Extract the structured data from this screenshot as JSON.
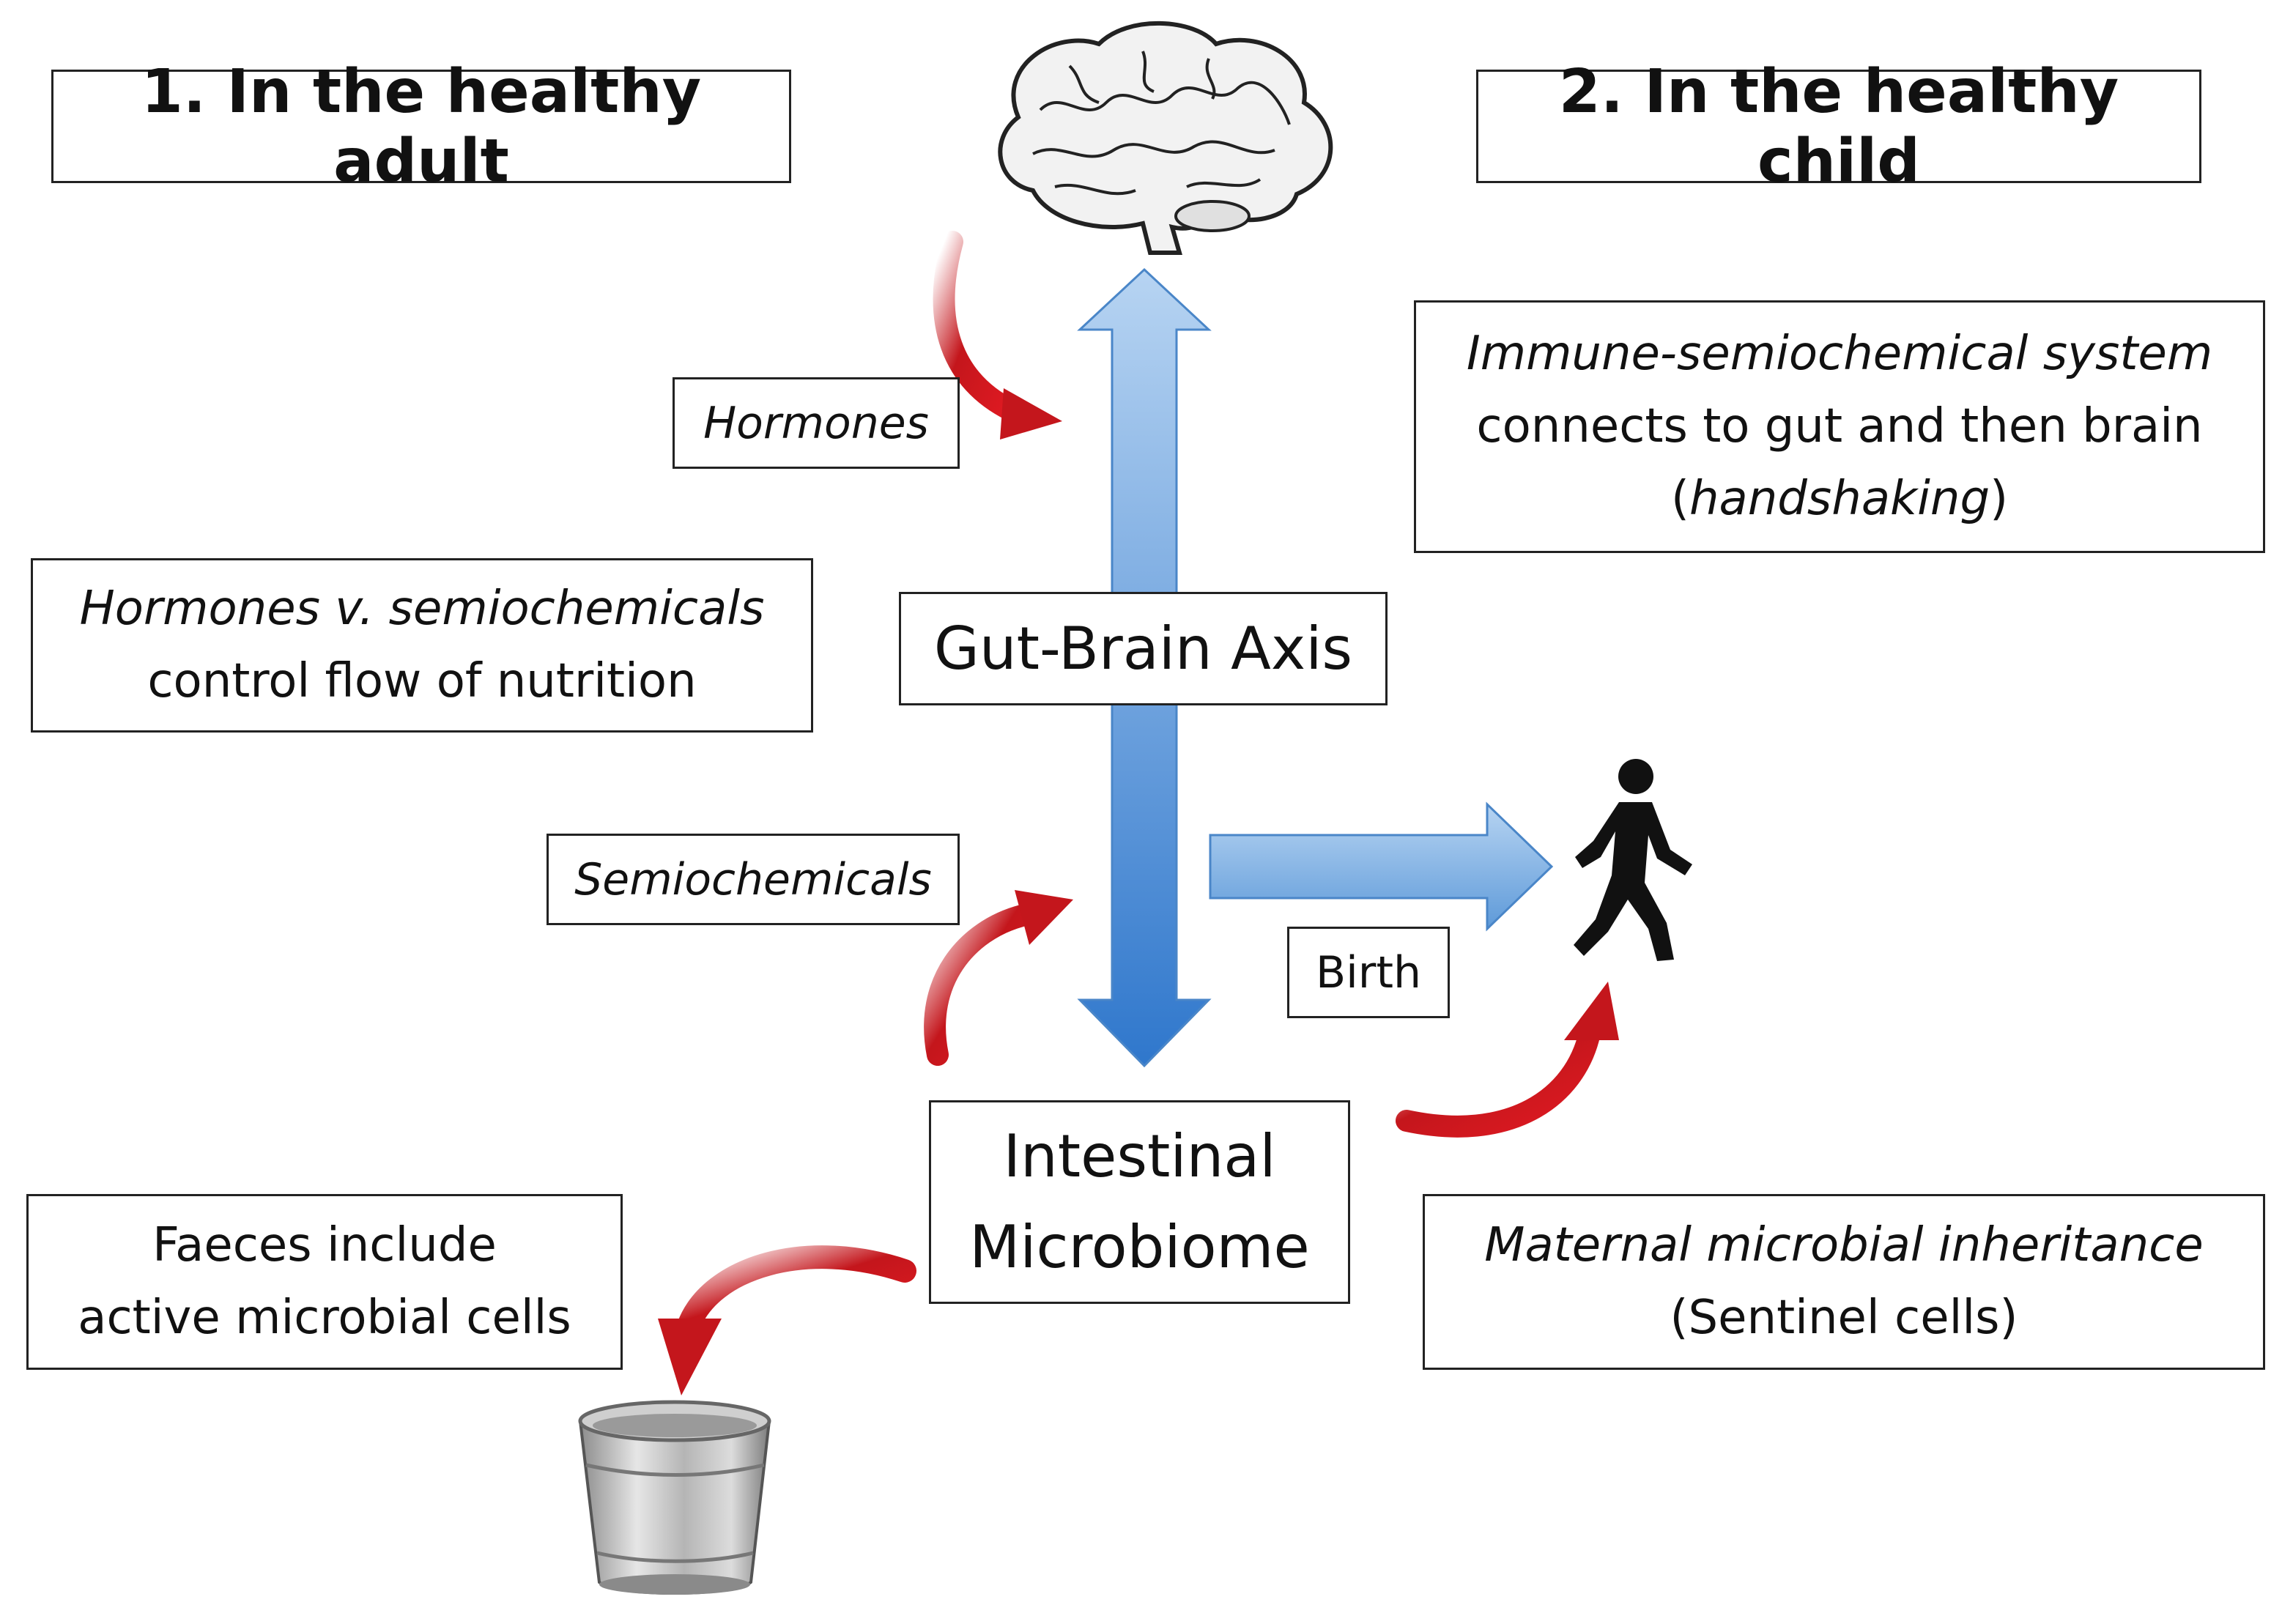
{
  "titles": {
    "adult": "1. In the healthy adult",
    "child": "2. In the healthy child"
  },
  "labels": {
    "hormones": "Hormones",
    "semiochemicals": "Semiochemicals",
    "birth": "Birth",
    "gut_brain_axis": "Gut-Brain Axis",
    "microbiome_line1": "Intestinal",
    "microbiome_line2": "Microbiome"
  },
  "notes": {
    "hormones_vs_semio_italic": "Hormones v. semiochemicals",
    "hormones_vs_semio_plain": "control flow of nutrition",
    "faeces_line1": "Faeces include",
    "faeces_line2": "active microbial cells",
    "immune_italic": "Immune-semiochemical system",
    "immune_line2": "connects to gut and then brain",
    "immune_open": "(",
    "immune_handshaking": "handshaking",
    "immune_close": ")",
    "maternal_italic": "Maternal microbial inheritance",
    "maternal_plain": "(Sentinel cells)"
  },
  "colors": {
    "axis_arrow_top": "#a9cbef",
    "axis_arrow_bottom": "#3b7fcf",
    "red_arrow": "#c4161c",
    "red_arrow_dark": "#7a0d10"
  },
  "icons": [
    "brain-icon",
    "walking-person-icon",
    "bucket-icon"
  ]
}
